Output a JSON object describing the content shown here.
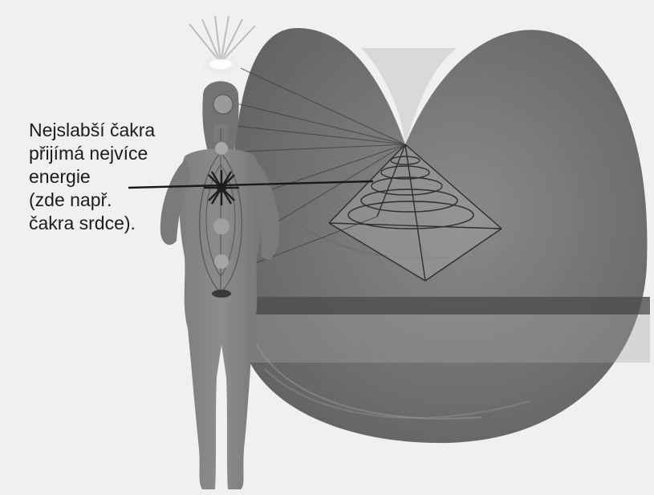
{
  "annotation": {
    "lines": [
      "Nejslabší čakra",
      "přijímá nejvíce",
      "energie",
      "(zde např.",
      "čakra srdce)."
    ]
  }
}
